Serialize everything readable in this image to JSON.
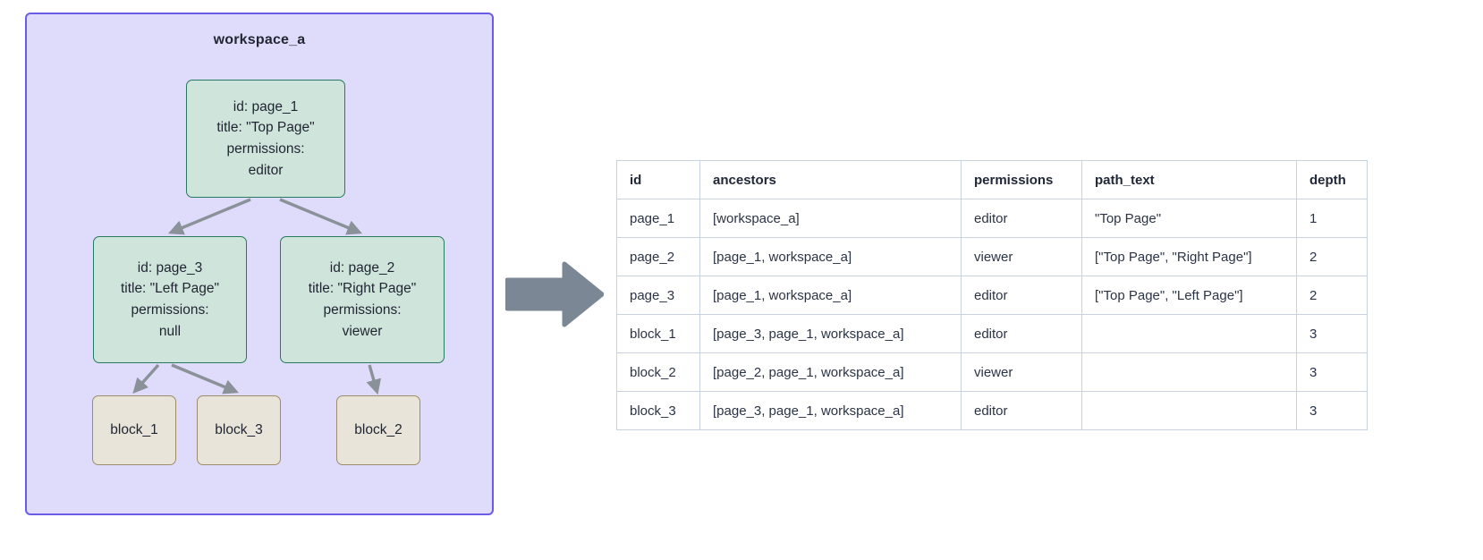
{
  "workspace": {
    "title": "workspace_a",
    "border_color": "#6b5ce8",
    "fill_color": "#dedcfa",
    "page_node_fill": "#cfe5dc",
    "page_node_border": "#267a5e",
    "block_node_fill": "#e9e4da",
    "block_node_border": "#9c8d68",
    "edge_color": "#8a9199"
  },
  "flow_arrow": {
    "color": "#7b8794",
    "direction": "right"
  },
  "nodes": {
    "page_1": {
      "id_line": "id: page_1",
      "title_line": "title: \"Top Page\"",
      "permissions_label": "permissions:",
      "permissions_value": "editor"
    },
    "page_3": {
      "id_line": "id: page_3",
      "title_line": "title: \"Left Page\"",
      "permissions_label": "permissions:",
      "permissions_value": "null"
    },
    "page_2": {
      "id_line": "id: page_2",
      "title_line": "title: \"Right Page\"",
      "permissions_label": "permissions:",
      "permissions_value": "viewer"
    },
    "block_1": {
      "label": "block_1"
    },
    "block_3": {
      "label": "block_3"
    },
    "block_2": {
      "label": "block_2"
    }
  },
  "table": {
    "border_color": "#c7d2de",
    "headers": [
      "id",
      "ancestors",
      "permissions",
      "path_text",
      "depth"
    ],
    "rows": [
      {
        "id": "page_1",
        "ancestors": "[workspace_a]",
        "permissions": "editor",
        "path_text": "\"Top Page\"",
        "depth": "1"
      },
      {
        "id": "page_2",
        "ancestors": "[page_1, workspace_a]",
        "permissions": "viewer",
        "path_text": "[\"Top Page\", \"Right Page\"]",
        "depth": "2"
      },
      {
        "id": "page_3",
        "ancestors": "[page_1, workspace_a]",
        "permissions": "editor",
        "path_text": "[\"Top Page\", \"Left Page\"]",
        "depth": "2"
      },
      {
        "id": "block_1",
        "ancestors": "[page_3, page_1, workspace_a]",
        "permissions": "editor",
        "path_text": "",
        "depth": "3"
      },
      {
        "id": "block_2",
        "ancestors": "[page_2, page_1, workspace_a]",
        "permissions": "viewer",
        "path_text": "",
        "depth": "3"
      },
      {
        "id": "block_3",
        "ancestors": "[page_3, page_1, workspace_a]",
        "permissions": "editor",
        "path_text": "",
        "depth": "3"
      }
    ]
  }
}
